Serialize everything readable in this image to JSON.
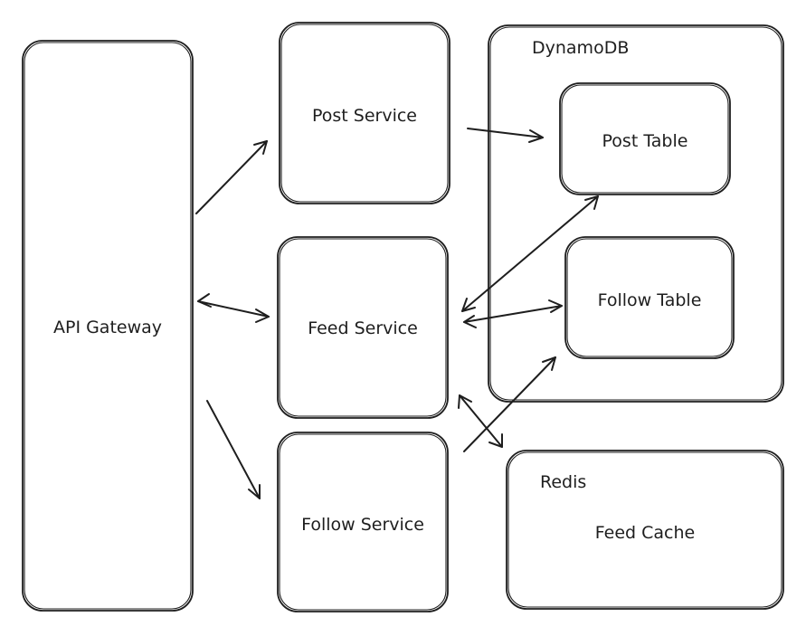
{
  "diagram": {
    "nodes": {
      "api_gateway": "API Gateway",
      "post_service": "Post Service",
      "feed_service": "Feed Service",
      "follow_service": "Follow Service",
      "dynamodb": "DynamoDB",
      "post_table": "Post Table",
      "follow_table": "Follow Table",
      "redis": "Redis",
      "feed_cache": "Feed Cache"
    },
    "edges": [
      {
        "from": "API Gateway",
        "to": "Post Service",
        "direction": "one-way"
      },
      {
        "from": "API Gateway",
        "to": "Feed Service",
        "direction": "two-way"
      },
      {
        "from": "API Gateway",
        "to": "Follow Service",
        "direction": "one-way"
      },
      {
        "from": "Post Service",
        "to": "Post Table",
        "direction": "one-way"
      },
      {
        "from": "Feed Service",
        "to": "Post Table",
        "direction": "two-way"
      },
      {
        "from": "Feed Service",
        "to": "Follow Table",
        "direction": "two-way"
      },
      {
        "from": "Feed Service",
        "to": "Feed Cache",
        "direction": "two-way"
      },
      {
        "from": "Follow Service",
        "to": "Follow Table",
        "direction": "one-way"
      }
    ]
  }
}
